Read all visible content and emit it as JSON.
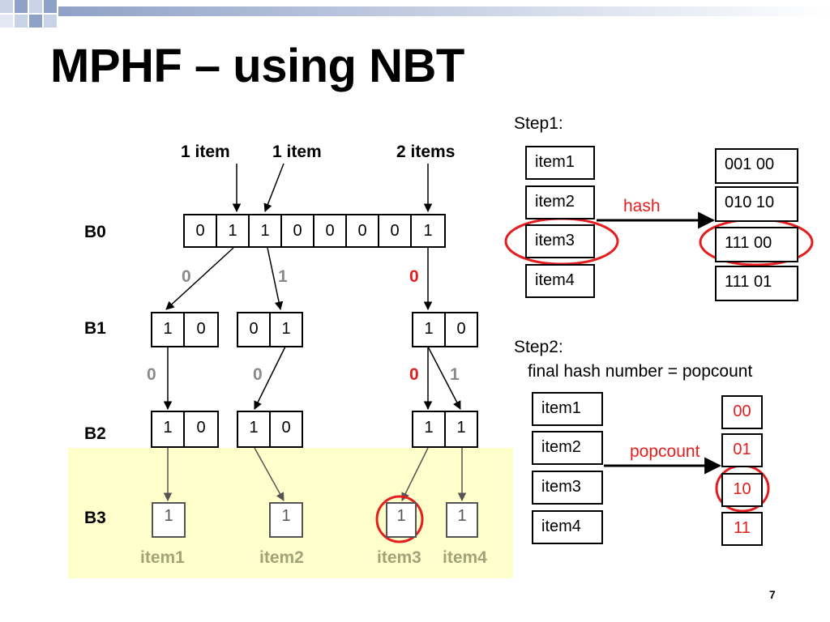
{
  "slide": {
    "title": "MPHF – using NBT",
    "page_number": "7"
  },
  "tree": {
    "top_labels": [
      "1 item",
      "1 item",
      "2 items"
    ],
    "level_labels": [
      "B0",
      "B1",
      "B2",
      "B3"
    ],
    "b0_bits": [
      "0",
      "1",
      "1",
      "0",
      "0",
      "0",
      "0",
      "1"
    ],
    "b0_branch_labels": [
      "0",
      "1",
      "0"
    ],
    "b1_nodes": [
      [
        "1",
        "0"
      ],
      [
        "0",
        "1"
      ],
      [
        "1",
        "0"
      ]
    ],
    "b1_branch_labels": [
      "0",
      "0",
      "0",
      "1"
    ],
    "b2_nodes": [
      [
        "1",
        "0"
      ],
      [
        "1",
        "0"
      ],
      [
        "1",
        "1"
      ]
    ],
    "b3_leaves": [
      "1",
      "1",
      "1",
      "1"
    ],
    "leaf_items": [
      "item1",
      "item2",
      "item3",
      "item4"
    ]
  },
  "step1": {
    "heading": "Step1:",
    "items": [
      "item1",
      "item2",
      "item3",
      "item4"
    ],
    "arrow_label": "hash",
    "hashes": [
      "001 00",
      "010 10",
      "111 00",
      "111 01"
    ]
  },
  "step2": {
    "heading": "Step2:",
    "subheading": "final hash number = popcount",
    "items": [
      "item1",
      "item2",
      "item3",
      "item4"
    ],
    "arrow_label": "popcount",
    "results": [
      "00",
      "01",
      "10",
      "11"
    ]
  },
  "colors": {
    "highlight": "#e41e1e",
    "panel": "#ffffcc",
    "leaf_label": "#a3a37a"
  }
}
